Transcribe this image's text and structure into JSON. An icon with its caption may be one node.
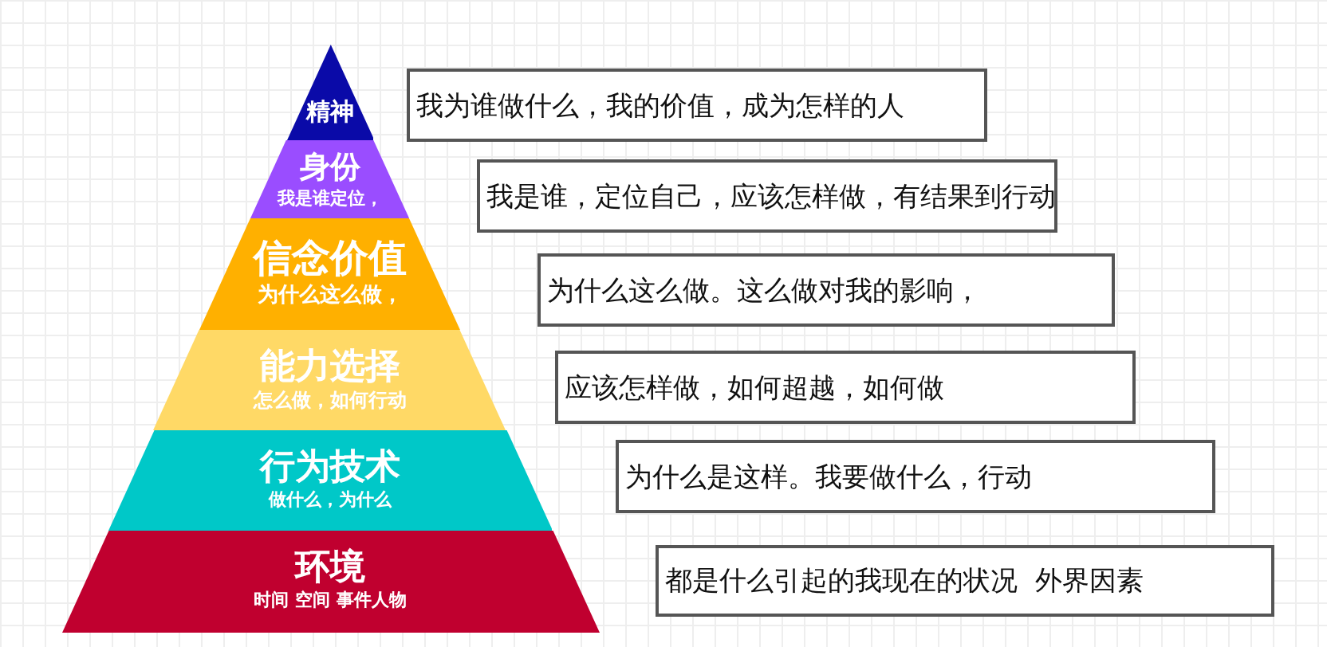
{
  "diagram": {
    "nodes": [
      {
        "text": [
          "精神"
        ]
      },
      {
        "text": [
          "身份",
          "我是谁定位，"
        ]
      },
      {
        "text": [
          "信念价值",
          "为什么这么做，"
        ]
      },
      {
        "text": [
          "能力选择",
          "怎么做，如何行动"
        ]
      },
      {
        "text": [
          "行为技术",
          "做什么，为什么"
        ]
      },
      {
        "text": [
          "环境",
          "时间 空间 事件人物"
        ]
      },
      {
        "text": [
          "我为谁做什么，我的价值，成为怎样的人"
        ]
      },
      {
        "text": [
          "我是谁，定位自己，应该怎样做，有结果到行动"
        ]
      },
      {
        "text": [
          "为什么这么做。这么做对我的影响，"
        ]
      },
      {
        "text": [
          "应该怎样做，如何超越，如何做"
        ]
      },
      {
        "text": [
          "为什么是这样。我要做什么，行动"
        ]
      },
      {
        "text": [
          "都是什么引起的我现在的状况  外界因素"
        ]
      }
    ],
    "edges": []
  }
}
